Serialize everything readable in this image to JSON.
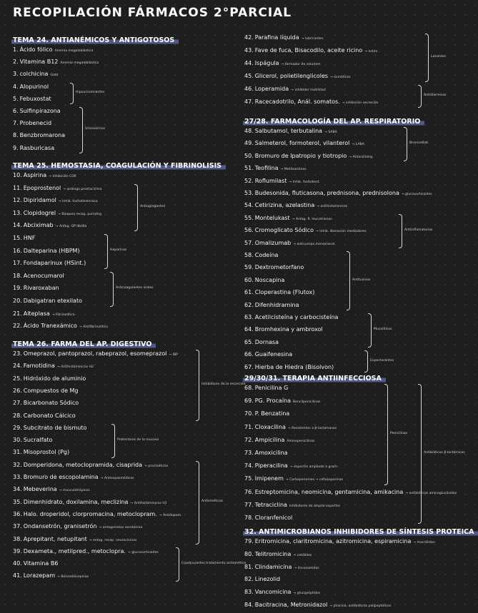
{
  "title": "RECOPILACIÓN FÁRMACOS 2°PARCIAL",
  "sections": [
    {
      "key": "t24",
      "title": "TEMA 24. ANTIANÉMICOS Y ANTIGOTOSOS",
      "items": [
        {
          "n": "1.",
          "t": "Ácido fólico",
          "note": "Anemia megaloblástica"
        },
        {
          "n": "2.",
          "t": "Vitamina B12",
          "note": "Anemia megaloblástica"
        },
        {
          "n": "3.",
          "t": "colchicina",
          "note": "Gota"
        },
        {
          "n": "4.",
          "t": "Alopurinol",
          "note": ""
        },
        {
          "n": "5.",
          "t": "Febuxostat",
          "note": ""
        },
        {
          "n": "6.",
          "t": "Sulfinpirazona",
          "note": ""
        },
        {
          "n": "7.",
          "t": "Probenecid",
          "note": ""
        },
        {
          "n": "8.",
          "t": "Benzbromarona",
          "note": ""
        },
        {
          "n": "9.",
          "t": "Rasburicasa",
          "note": ""
        }
      ],
      "groups": [
        "Hipouricemiantes",
        "Uricosúricos"
      ]
    },
    {
      "key": "t25",
      "title": "TEMA 25. HEMOSTASIA, COAGULACIÓN Y FIBRINOLISIS",
      "items": [
        {
          "n": "10.",
          "t": "Aspirina",
          "note": "→ Inhibición COX"
        },
        {
          "n": "11.",
          "t": "Epoprostenol",
          "note": "→ análogo prostaciclina"
        },
        {
          "n": "12.",
          "t": "Dipiridamol",
          "note": "→ Inhib. fosfodiesterasa"
        },
        {
          "n": "13.",
          "t": "Clopidogrel",
          "note": "→ Bloquea recep. purinérg."
        },
        {
          "n": "14.",
          "t": "Abciximab",
          "note": "→ Antag. GP IIb/IIIa"
        },
        {
          "n": "15.",
          "t": "HNF",
          "note": ""
        },
        {
          "n": "16.",
          "t": "Dalteparina (HBPM)",
          "note": ""
        },
        {
          "n": "17.",
          "t": "Fondaparinux (HSint.)",
          "note": ""
        },
        {
          "n": "18.",
          "t": "Acenocumarol",
          "note": ""
        },
        {
          "n": "19.",
          "t": "Rivaroxaban",
          "note": ""
        },
        {
          "n": "20.",
          "t": "Dabigatran etexilato",
          "note": ""
        },
        {
          "n": "21.",
          "t": "Alteplasa",
          "note": "→ Fibrinolítico"
        },
        {
          "n": "22.",
          "t": "Ácido Tranexámico",
          "note": "→ Antifibrinolítico"
        }
      ],
      "groups": [
        "Antiagregantes",
        "Heparinas",
        "Anticoagulantes orales"
      ]
    },
    {
      "key": "t26",
      "title": "TEMA 26. FARMA DEL AP. DIGESTIVO",
      "items": [
        {
          "n": "23.",
          "t": "Omeprazol, pantoprazol, rabeprazol, esomeprazol",
          "note": "→ IBP"
        },
        {
          "n": "24.",
          "t": "Famotidina",
          "note": "→ Antihistamínicos H2"
        },
        {
          "n": "25.",
          "t": "Hidróxido de aluminio",
          "note": ""
        },
        {
          "n": "26.",
          "t": "Compuestos de Mg",
          "note": ""
        },
        {
          "n": "27.",
          "t": "Bicarbonato Sódico",
          "note": ""
        },
        {
          "n": "28.",
          "t": "Carbonato Cálcico",
          "note": ""
        },
        {
          "n": "29.",
          "t": "Subcitrato de bismuto",
          "note": ""
        },
        {
          "n": "30.",
          "t": "Sucralfato",
          "note": ""
        },
        {
          "n": "31.",
          "t": "Misoprostol (Pg)",
          "note": ""
        },
        {
          "n": "32.",
          "t": "Domperidona, metoclopramida, cisaprida",
          "note": "→ procinéticos"
        },
        {
          "n": "33.",
          "t": "Bromuro de escopolamina",
          "note": "→ Antiespasmódicos"
        },
        {
          "n": "34.",
          "t": "Mebeverina",
          "note": "→ musculotrópicos"
        },
        {
          "n": "35.",
          "t": "Dimenhidrato, doxilamina, meclizina",
          "note": "→ Antihistamínicos H1"
        },
        {
          "n": "36.",
          "t": "Halo. droperidol, clorpromacina, metoclopram.",
          "note": "→ Antidopam."
        },
        {
          "n": "37.",
          "t": "Ondansetrón, granisetrón",
          "note": "→ antagonistas serotonina"
        },
        {
          "n": "38.",
          "t": "Aprepitant, netupitant",
          "note": "→ antag. recep. neurocininas"
        },
        {
          "n": "39.",
          "t": "Dexameta., metilpred., metoclopra.",
          "note": "→ glucocorticoides"
        },
        {
          "n": "40.",
          "t": "Vitamina B6",
          "note": ""
        },
        {
          "n": "41.",
          "t": "Lorazepam",
          "note": "→ Benzodiacepinas"
        }
      ],
      "groups": [
        "Inhibidores de la secreción",
        "Protectores de la mucosa",
        "Antieméticos",
        "Coadyuvantes tratamiento antiemético"
      ]
    },
    {
      "key": "tlax",
      "title": "",
      "items": [
        {
          "n": "42.",
          "t": "Parafina líquida",
          "note": "→ lubricantes"
        },
        {
          "n": "43.",
          "t": "Fave de fuca, Bisacodilo, aceite ricino",
          "note": "→ estim."
        },
        {
          "n": "44.",
          "t": "Ispágula",
          "note": "→ formador de volumen"
        },
        {
          "n": "45.",
          "t": "Glicerol, polietilenglicoles",
          "note": "→ osmóticos"
        },
        {
          "n": "46.",
          "t": "Loperamida",
          "note": "→ inhibidor motilidad"
        },
        {
          "n": "47.",
          "t": "Racecadotrilo, Anál. somatos.",
          "note": "→ inhibición secreción"
        }
      ],
      "groups": [
        "Laxantes",
        "Antidiarreicos"
      ]
    },
    {
      "key": "t27",
      "title": "27/28. FARMACOLOGÍA DEL AP. RESPIRATORIO",
      "items": [
        {
          "n": "48.",
          "t": "Salbutamol, terbutalina",
          "note": "→ SABA"
        },
        {
          "n": "49.",
          "t": "Salmeterol, formoterol, vilanterol",
          "note": "→ LABA"
        },
        {
          "n": "50.",
          "t": "Bromuro de Ipatropio y tiotropio",
          "note": "→ Anticolinérg."
        },
        {
          "n": "51.",
          "t": "Teofilina",
          "note": "→ Metilxantinas"
        },
        {
          "n": "52.",
          "t": "Roflumilast",
          "note": "→ Inhib. fosfodiest."
        },
        {
          "n": "53.",
          "t": "Budesonida, fluticasona, prednisona, prednisolona",
          "note": "→ glucocorticoides"
        },
        {
          "n": "54.",
          "t": "Cetirizina, azelastina",
          "note": "→ antihistamínicos"
        },
        {
          "n": "55.",
          "t": "Montelukast",
          "note": "→ Antag. R. leucotrienos"
        },
        {
          "n": "56.",
          "t": "Cromoglicato Sódico",
          "note": "→ Inhib. liberación mediadores"
        },
        {
          "n": "57.",
          "t": "Omalizumab",
          "note": "→ anticuerpo monoclonal"
        },
        {
          "n": "58.",
          "t": "Codeína",
          "note": ""
        },
        {
          "n": "59.",
          "t": "Dextrometorfano",
          "note": ""
        },
        {
          "n": "60.",
          "t": "Noscapina",
          "note": ""
        },
        {
          "n": "61.",
          "t": "Cloperastina (Flutox)",
          "note": ""
        },
        {
          "n": "62.",
          "t": "Difenhidramina",
          "note": ""
        },
        {
          "n": "63.",
          "t": "Acetilcisteína y carbocisteína",
          "note": ""
        },
        {
          "n": "64.",
          "t": "Bromhexina y ambroxol",
          "note": ""
        },
        {
          "n": "65.",
          "t": "Dornasa",
          "note": ""
        },
        {
          "n": "66.",
          "t": "Guaifenesina",
          "note": ""
        },
        {
          "n": "67.",
          "t": "Hierba de Hiedra (Bisolvon)",
          "note": ""
        }
      ],
      "groups": [
        "Broncodilat.",
        "Antiinflamatorios",
        "Antitusivos",
        "Mucolíticos",
        "Expectorantes"
      ]
    },
    {
      "key": "t29",
      "title": "29/30/31. TERAPIA ANTIINFECCIOSA",
      "items": [
        {
          "n": "68.",
          "t": "Penicilina G",
          "note": ""
        },
        {
          "n": "69.",
          "t": "PG. Procaína",
          "note": "Bencilpenicilinas"
        },
        {
          "n": "70.",
          "t": "P. Benzatina",
          "note": ""
        },
        {
          "n": "71.",
          "t": "Cloxacilina",
          "note": "→ Resistentes a β-lactamasas"
        },
        {
          "n": "72.",
          "t": "Ampicilina",
          "note": "Aminopenicilinas"
        },
        {
          "n": "73.",
          "t": "Amoxicilina",
          "note": ""
        },
        {
          "n": "74.",
          "t": "Piperacilina",
          "note": "→ espectro ampliado a gram-"
        },
        {
          "n": "75.",
          "t": "Imipenem",
          "note": "→ Carbapenemes → cefalosporinas"
        },
        {
          "n": "76.",
          "t": "Estreptomicina, neomicina, gentamicina, amikacina",
          "note": "→ antibióticos aminoglucósidos"
        },
        {
          "n": "77.",
          "t": "Tetraciclina",
          "note": "Inhibidores de amplio espectro"
        },
        {
          "n": "78.",
          "t": "Cloranfenicol",
          "note": ""
        }
      ],
      "groups": [
        "Penicilinas",
        "Antibióticos β-lactámicos"
      ]
    },
    {
      "key": "t32",
      "title": "32. ANTIMICROBIANOS INHIBIDORES DE SÍNTESIS PROTEICA",
      "items": [
        {
          "n": "79.",
          "t": "Eritromicina, claritromicina, azitromicina, espiramicina",
          "note": "→ macrólidos"
        },
        {
          "n": "80.",
          "t": "Telitromicina",
          "note": "→ cetólidos"
        },
        {
          "n": "81.",
          "t": "Clindamicina",
          "note": "→ lincosamidas"
        },
        {
          "n": "82.",
          "t": "Linezolid",
          "note": ""
        },
        {
          "n": "83.",
          "t": "Vancomicina",
          "note": "→ glucopéptidos"
        },
        {
          "n": "84.",
          "t": "Bacitracina, Metronidazol",
          "note": "→ pinicina, antibióticos polipeptídicos"
        }
      ],
      "groups": []
    }
  ]
}
